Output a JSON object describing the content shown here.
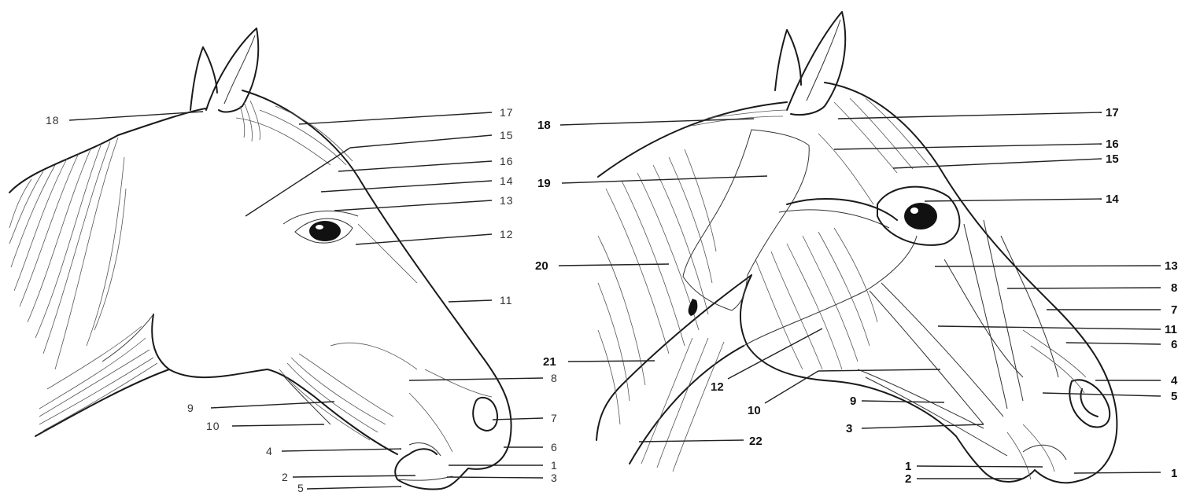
{
  "left_figure": {
    "labels": [
      "18",
      "17",
      "15",
      "16",
      "14",
      "13",
      "12",
      "11",
      "8",
      "9",
      "7",
      "10",
      "6",
      "4",
      "1",
      "2",
      "3",
      "5"
    ]
  },
  "right_figure": {
    "labels": [
      "18",
      "17",
      "16",
      "15",
      "19",
      "14",
      "20",
      "13",
      "8",
      "7",
      "11",
      "6",
      "21",
      "4",
      "5",
      "12",
      "10",
      "9",
      "3",
      "22",
      "1",
      "2",
      "1"
    ]
  },
  "colors": {
    "ink": "#1a1a1a",
    "background": "#ffffff",
    "eye": "#000000"
  }
}
